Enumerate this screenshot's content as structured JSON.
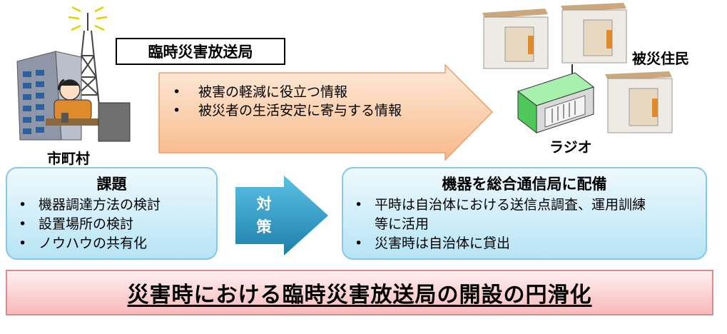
{
  "station": {
    "label": "臨時災害放送局"
  },
  "municipality": {
    "label": "市町村"
  },
  "info_arrow": {
    "items": [
      "被害の軽減に役立つ情報",
      "被災者の生活安定に寄与する情報"
    ]
  },
  "residents": {
    "label": "被災住民"
  },
  "radio": {
    "label": "ラジオ"
  },
  "issues": {
    "title": "課題",
    "items": [
      "機器調達方法の検討",
      "設置場所の検討",
      "ノウハウの共有化"
    ]
  },
  "countermeasure": {
    "line1": "対",
    "line2": "策"
  },
  "equipment": {
    "title": "機器を総合通信局に配備",
    "items": [
      "平時は自治体における送信点調査、運用訓練等に活用",
      "災害時は自治体に貸出"
    ]
  },
  "conclusion": {
    "text": "災害時における臨時災害放送局の開設の円滑化"
  },
  "colors": {
    "info_arrow_fill": "#fcd3b0",
    "box_fill": "#bde6f7",
    "conclusion_fill": "#f9c4c4",
    "countermeasure_arrow": "#2b94bd",
    "radio_green": "#6fe07a"
  }
}
